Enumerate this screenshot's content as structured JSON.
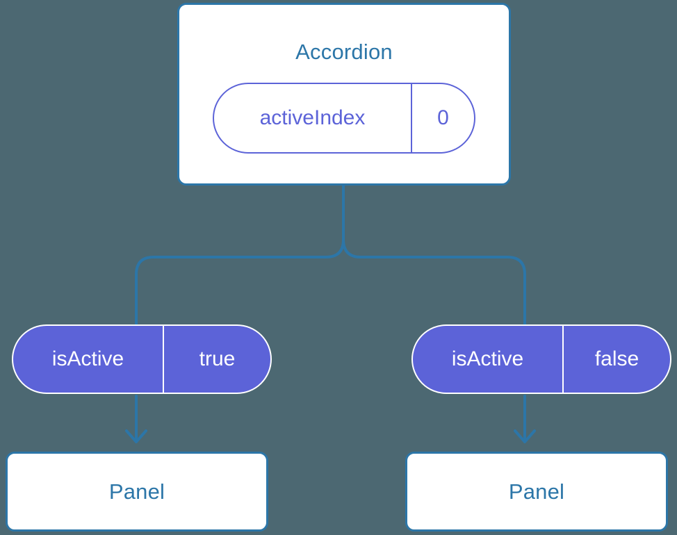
{
  "diagram": {
    "background_color": "#4c6872",
    "accent_blue": "#2c76a8",
    "accent_purple": "#5c63d8",
    "root": {
      "title": "Accordion",
      "state": {
        "key": "activeIndex",
        "value": "0"
      }
    },
    "branches": [
      {
        "prop": {
          "key": "isActive",
          "value": "true"
        },
        "child": {
          "title": "Panel"
        }
      },
      {
        "prop": {
          "key": "isActive",
          "value": "false"
        },
        "child": {
          "title": "Panel"
        }
      }
    ]
  }
}
